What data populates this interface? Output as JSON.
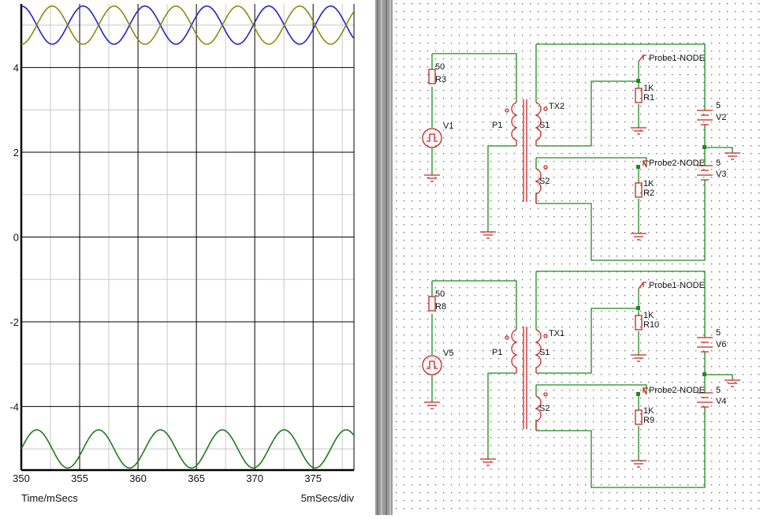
{
  "plot": {
    "y_ticks": [
      "4",
      "2",
      "0",
      "-2",
      "-4"
    ],
    "x_ticks": [
      "350",
      "355",
      "360",
      "365",
      "370",
      "375"
    ],
    "x_label": "Time/mSecs",
    "scale_label": "5mSecs/div",
    "colors": {
      "trace_blue": "#2020d0",
      "trace_olive": "#8a8a10",
      "trace_green": "#1f7a1f",
      "grid_major": "#000000",
      "grid_minor": "#c8c8c8"
    }
  },
  "chart_data": {
    "type": "line",
    "xlim": [
      350,
      378.5
    ],
    "ylim": [
      -5.5,
      5.5
    ],
    "grid": true,
    "x_major_step": 5,
    "y_major_step": 2,
    "series": [
      {
        "color": "#2020d0",
        "offset": 5,
        "amplitude": 0.45,
        "period_ms": 5.3,
        "phase_start": "high"
      },
      {
        "color": "#8a8a10",
        "offset": 5,
        "amplitude": 0.45,
        "period_ms": 5.3,
        "phase_start": "low"
      },
      {
        "color": "#1f7a1f",
        "offset": -5,
        "amplitude": 0.45,
        "period_ms": 5.3,
        "phase_start": "mid"
      }
    ]
  },
  "schematic": {
    "upper": {
      "r_source": {
        "value": "50",
        "ref": "R3"
      },
      "source": {
        "ref": "V1"
      },
      "primary": "P1",
      "transformer": "TX2",
      "sec1": "S1",
      "sec2": "S2",
      "probe1": "Probe1-NODE",
      "probe2": "Probe2-NODE",
      "r_load1": {
        "value": "1K",
        "ref": "R1"
      },
      "r_load2": {
        "value": "1K",
        "ref": "R2"
      },
      "bat1": {
        "value": "5",
        "ref": "V2"
      },
      "bat2": {
        "value": "5",
        "ref": "V3"
      }
    },
    "lower": {
      "r_source": {
        "value": "50",
        "ref": "R8"
      },
      "source": {
        "ref": "V5"
      },
      "primary": "P1",
      "transformer": "TX1",
      "sec1": "S1",
      "sec2": "S2",
      "probe1": "Probe1-NODE",
      "probe2": "Probe2-NODE",
      "r_load1": {
        "value": "1K",
        "ref": "R10"
      },
      "r_load2": {
        "value": "1K",
        "ref": "R9"
      },
      "bat1": {
        "value": "5",
        "ref": "V6"
      },
      "bat2": {
        "value": "5",
        "ref": "V4"
      }
    }
  }
}
